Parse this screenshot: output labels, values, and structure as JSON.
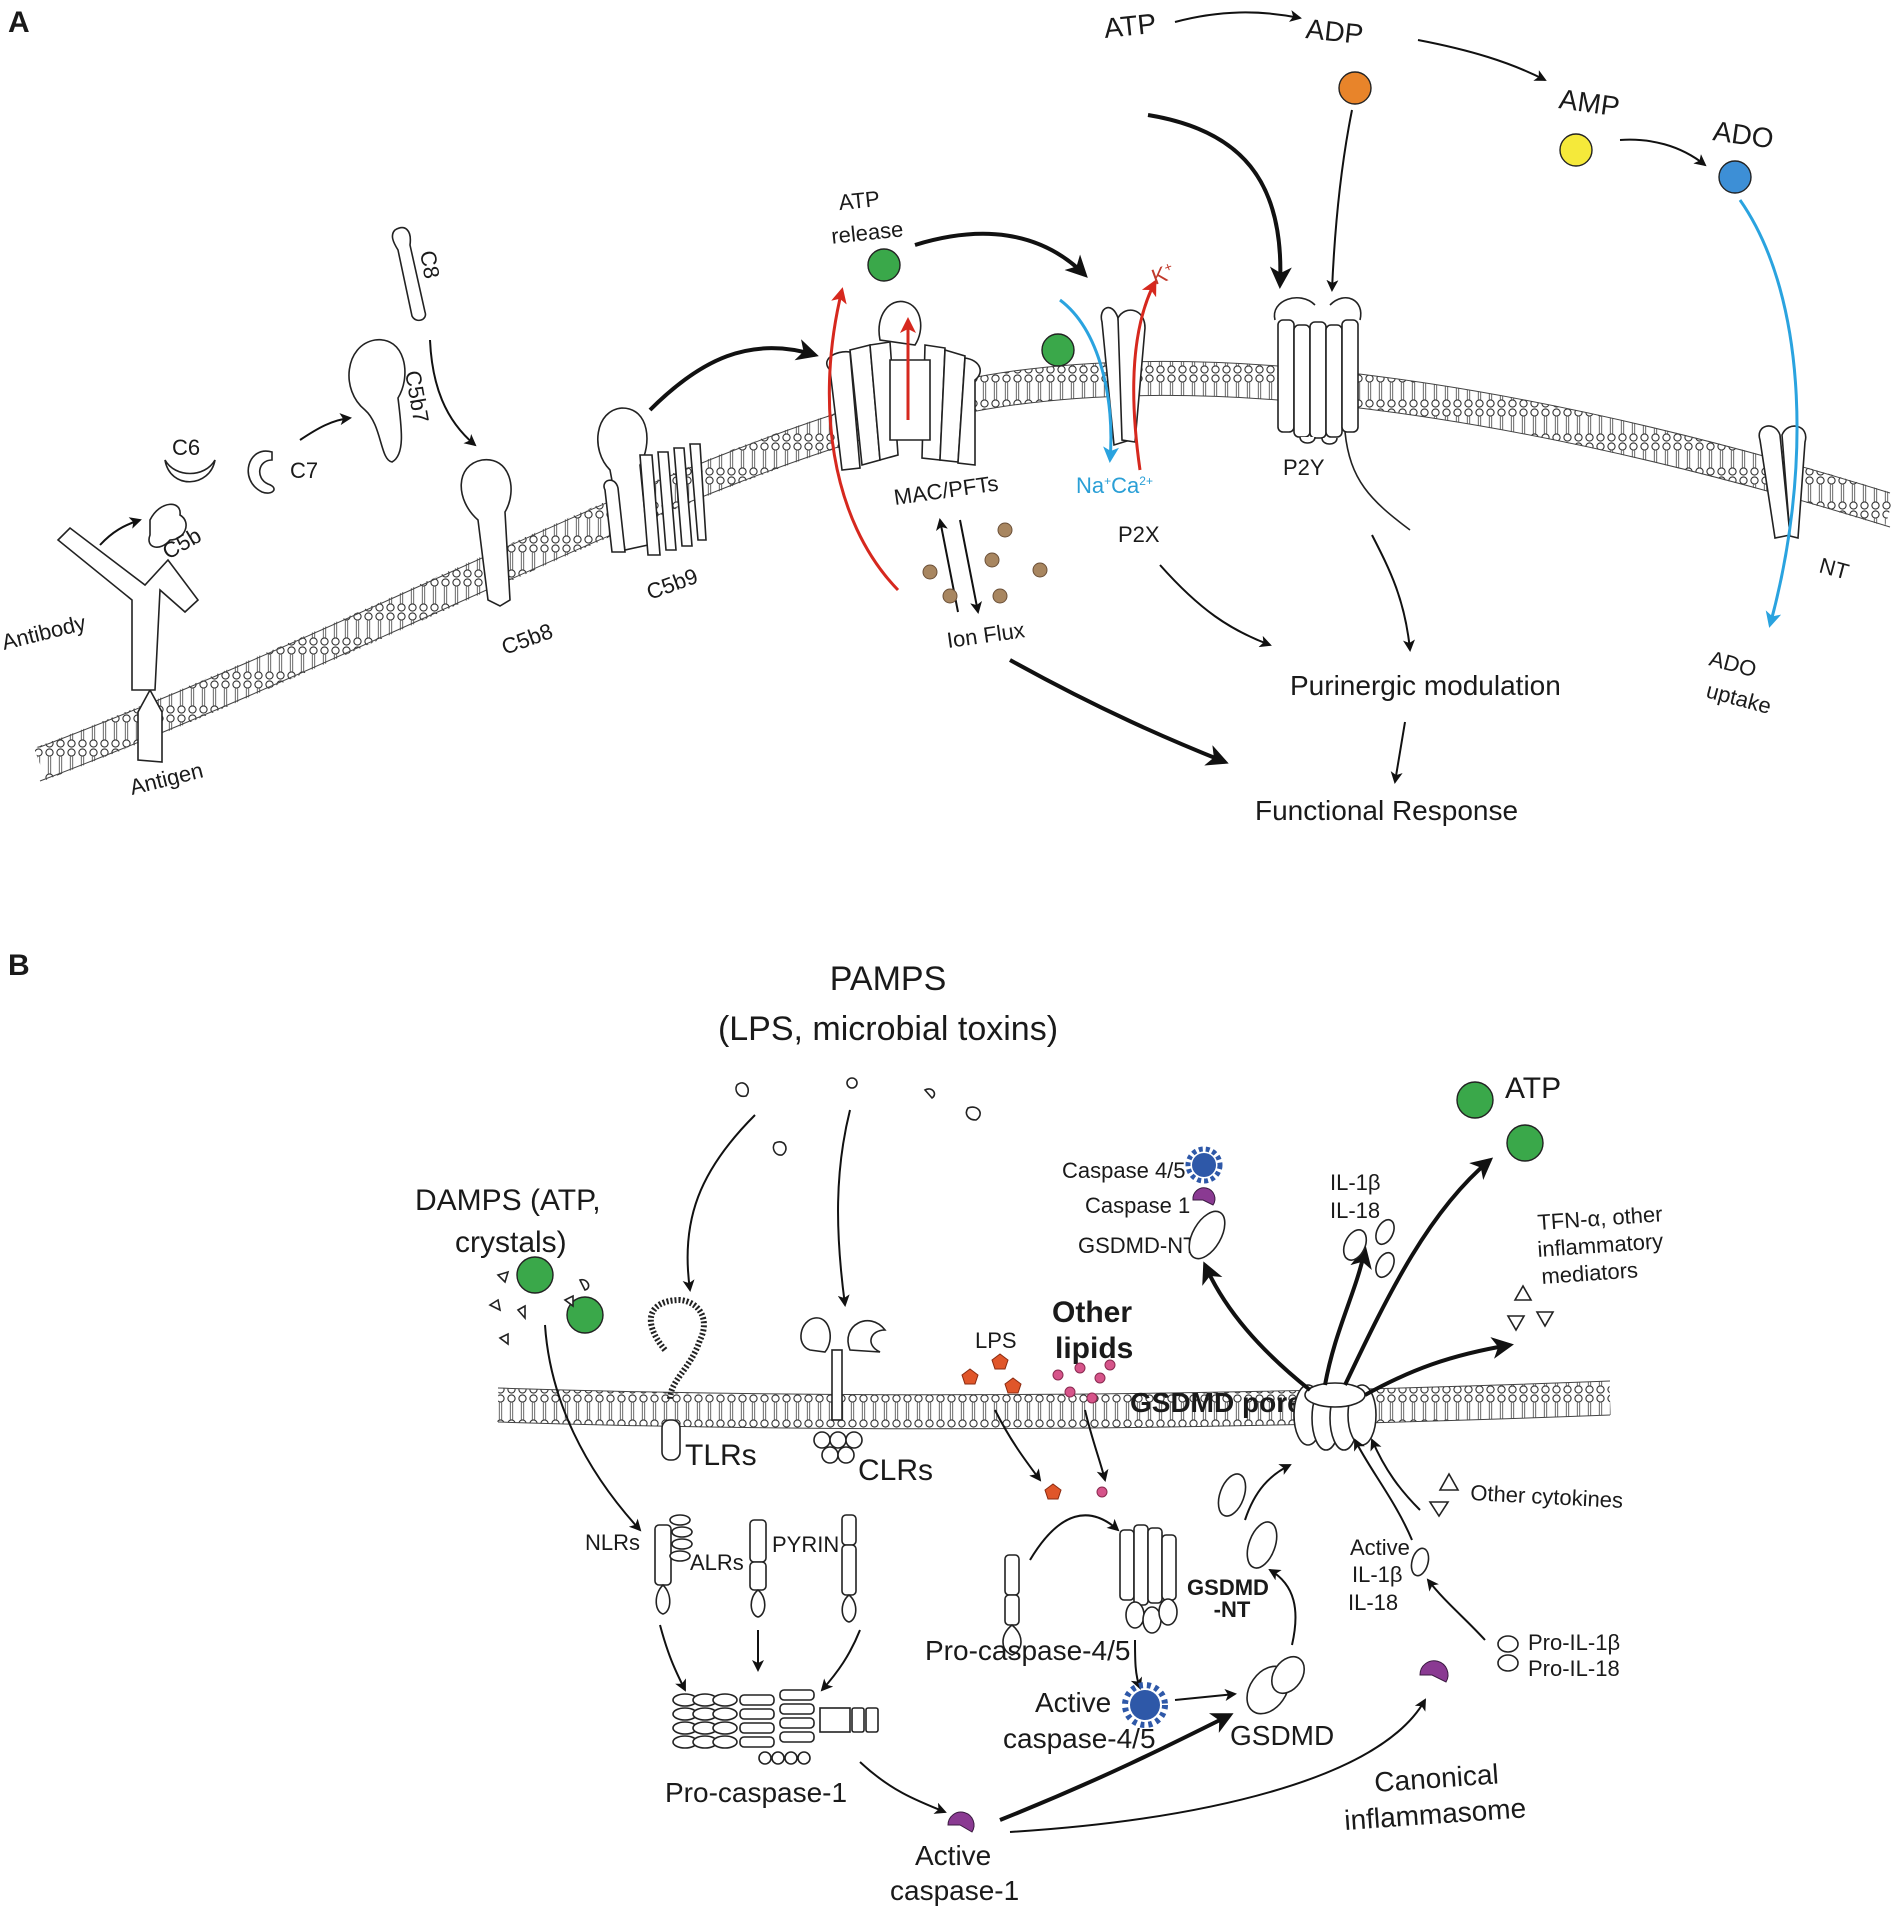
{
  "panel_a": {
    "letter": "A",
    "labels": {
      "antibody": "Antibody",
      "antigen": "Antigen",
      "c5b": "C5b",
      "c6": "C6",
      "c7": "C7",
      "c5b7": "C5b7",
      "c8": "C8",
      "c5b8": "C5b8",
      "c5b9": "C5b9",
      "atp_release": [
        "ATP",
        "release"
      ],
      "mac_pfts": "MAC/PFTs",
      "ion_flux": "Ion Flux",
      "k_ion": "K",
      "k_sup": "+",
      "na_ca": "Na",
      "na_sup": "+",
      "ca": "Ca",
      "ca_sup": "2+",
      "p2x": "P2X",
      "p2y": "P2Y",
      "nt": "NT",
      "atp": "ATP",
      "adp": "ADP",
      "amp": "AMP",
      "ado": "ADO",
      "ado_uptake": [
        "ADO",
        "uptake"
      ],
      "purinergic_modulation": "Purinergic modulation",
      "functional_response": "Functional Response"
    }
  },
  "panel_b": {
    "letter": "B",
    "labels": {
      "pamps": [
        "PAMPS",
        "(LPS, microbial toxins)"
      ],
      "damps": [
        "DAMPS (ATP,",
        "crystals)"
      ],
      "tlrs": "TLRs",
      "clrs": "CLRs",
      "lps": "LPS",
      "other_lipids": [
        "Other",
        "lipids"
      ],
      "gsdmd_pore": "GSDMD pore",
      "caspase_45": "Caspase 4/5",
      "caspase_1": "Caspase 1",
      "gsdmd_nt_top": "GSDMD-NT",
      "il1b_top": "IL-1β",
      "il18_top": "IL-18",
      "atp": "ATP",
      "tfn_mediators": [
        "TFN-α, other",
        "inflammatory",
        "mediators"
      ],
      "other_cytokines": "Other cytokines",
      "nlrs": "NLRs",
      "alrs": "ALRs",
      "pyrin": "PYRIN",
      "pro_caspase_1": "Pro-caspase-1",
      "active_caspase_1": [
        "Active",
        "caspase-1"
      ],
      "pro_caspase_45": "Pro-caspase-4/5",
      "active_caspase_45": [
        "Active",
        "caspase-4/5"
      ],
      "gsdmd": "GSDMD",
      "gsdmd_nt_mid": [
        "GSDMD",
        "-NT"
      ],
      "active_il": [
        "Active",
        "IL-1β",
        "IL-18"
      ],
      "pro_il": [
        "Pro-IL-1β",
        "Pro-IL-18"
      ],
      "canonical": [
        "Canonical",
        "inflammasome"
      ]
    }
  },
  "colors": {
    "atp_green": "#3aa84a",
    "adp_orange": "#e8842a",
    "amp_yellow": "#f5e93a",
    "ado_blue": "#3d8fd6",
    "ion_brown": "#a88660",
    "caspase45_blue": "#2e58a8",
    "caspase1_purple": "#8a3a92",
    "lps_orange": "#e0562a",
    "lipid_pink": "#d6548a",
    "arrow_red": "#d6281e",
    "arrow_blue": "#2aa3df"
  }
}
